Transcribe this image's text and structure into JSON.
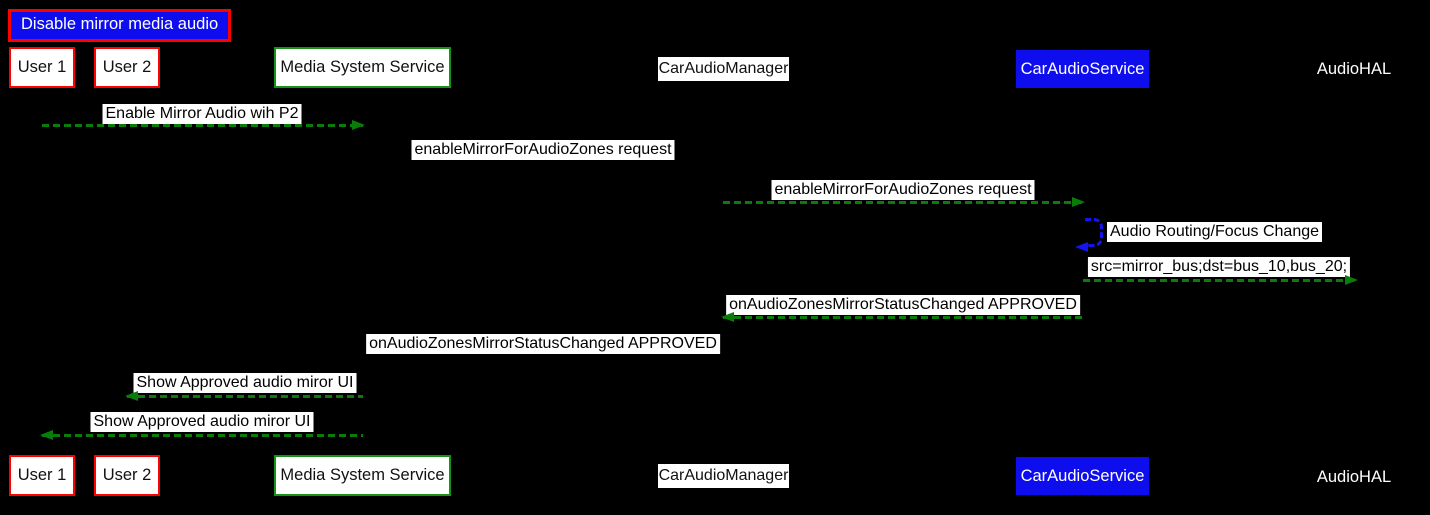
{
  "diagram": {
    "title": "Disable mirror media audio",
    "type": "sequence-diagram",
    "background": "#000000"
  },
  "colors": {
    "title_fill": "#0d0dee",
    "title_border": "#ff0000",
    "user_box_border": "#ff0000",
    "service_box_border": "#179117",
    "car_audio_service_fill": "#0d0dee",
    "message_arrow_green": "#0a7c0a",
    "self_loop_blue": "#1414f0",
    "label_background": "#ffffff"
  },
  "actors": [
    {
      "id": "user1",
      "label": "User 1",
      "style": "red-box"
    },
    {
      "id": "user2",
      "label": "User 2",
      "style": "red-box"
    },
    {
      "id": "media-system-service",
      "label": "Media System Service",
      "style": "green-box"
    },
    {
      "id": "car-audio-manager",
      "label": "CarAudioManager",
      "style": "white-label"
    },
    {
      "id": "car-audio-service",
      "label": "CarAudioService",
      "style": "blue-box"
    },
    {
      "id": "audio-hal",
      "label": "AudioHAL",
      "style": "plain-label"
    }
  ],
  "messages": [
    {
      "text": "Enable Mirror Audio wih P2",
      "from": "User 1",
      "to": "Media System Service",
      "arrow": "green-dashed-right"
    },
    {
      "text": "enableMirrorForAudioZones request",
      "from": "Media System Service",
      "to": "CarAudioManager",
      "arrow": "hidden"
    },
    {
      "text": "enableMirrorForAudioZones request",
      "from": "CarAudioManager",
      "to": "CarAudioService",
      "arrow": "green-dashed-right"
    },
    {
      "text": "Audio Routing/Focus Change",
      "from": "CarAudioService",
      "to": "CarAudioService",
      "arrow": "blue-dashed-self-loop"
    },
    {
      "text": "src=mirror_bus;dst=bus_10,bus_20;",
      "from": "CarAudioService",
      "to": "AudioHAL",
      "arrow": "green-dashed-right"
    },
    {
      "text": "onAudioZonesMirrorStatusChanged APPROVED",
      "from": "CarAudioService",
      "to": "CarAudioManager",
      "arrow": "green-dashed-left"
    },
    {
      "text": "onAudioZonesMirrorStatusChanged APPROVED",
      "from": "CarAudioManager",
      "to": "Media System Service",
      "arrow": "hidden"
    },
    {
      "text": "Show Approved audio miror UI",
      "from": "Media System Service",
      "to": "User 2",
      "arrow": "green-dashed-left"
    },
    {
      "text": "Show Approved audio miror UI",
      "from": "Media System Service",
      "to": "User 1",
      "arrow": "green-dashed-left"
    }
  ]
}
